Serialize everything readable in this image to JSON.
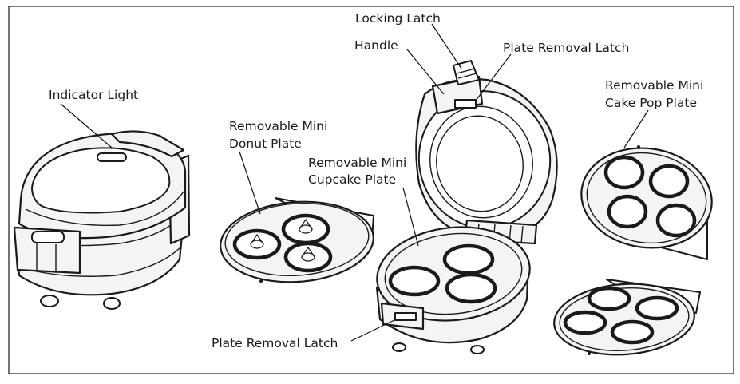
{
  "labels": {
    "indicator_light": "Indicator Light",
    "donut_plate": [
      "Removable Mini",
      "Donut Plate"
    ],
    "locking_latch": "Locking Latch",
    "handle": "Handle",
    "plate_removal_latch_top": "Plate Removal Latch",
    "cupcake_plate": [
      "Removable Mini",
      "Cupcake Plate"
    ],
    "cake_pop_plate": [
      "Removable Mini",
      "Cake Pop Plate"
    ],
    "plate_removal_latch_bottom": "Plate Removal Latch"
  }
}
